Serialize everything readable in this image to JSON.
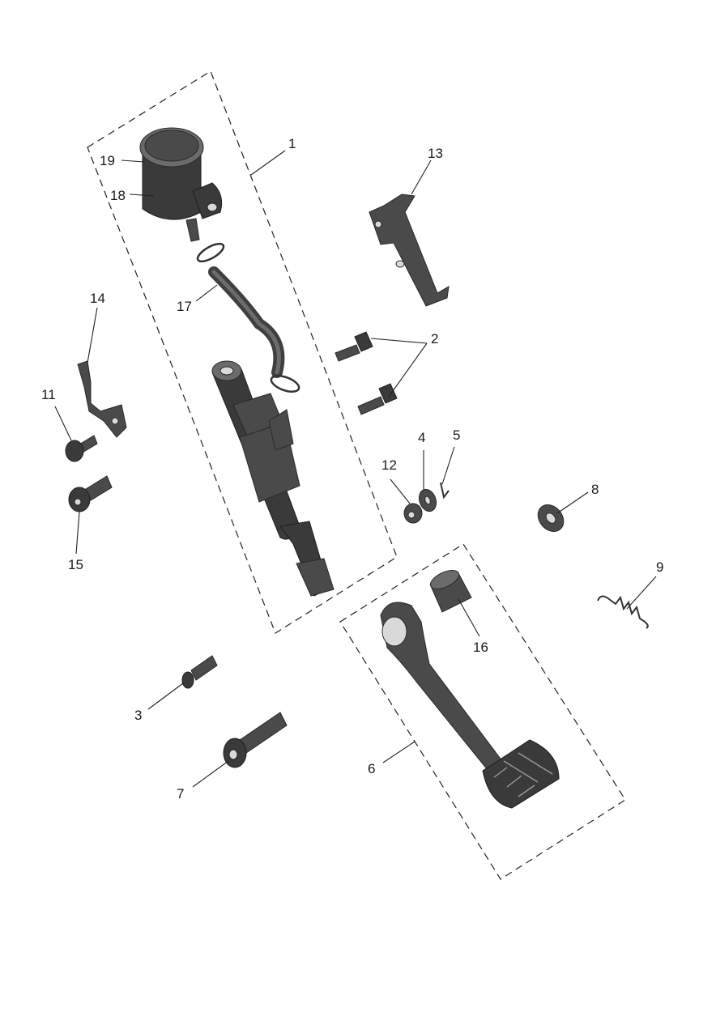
{
  "callouts": [
    {
      "id": "1",
      "text": "1"
    },
    {
      "id": "2",
      "text": "2"
    },
    {
      "id": "3",
      "text": "3"
    },
    {
      "id": "4",
      "text": "4"
    },
    {
      "id": "5",
      "text": "5"
    },
    {
      "id": "6",
      "text": "6"
    },
    {
      "id": "7",
      "text": "7"
    },
    {
      "id": "8",
      "text": "8"
    },
    {
      "id": "9",
      "text": "9"
    },
    {
      "id": "11",
      "text": "11"
    },
    {
      "id": "12",
      "text": "12"
    },
    {
      "id": "13",
      "text": "13"
    },
    {
      "id": "14",
      "text": "14"
    },
    {
      "id": "15",
      "text": "15"
    },
    {
      "id": "16",
      "text": "16"
    },
    {
      "id": "17",
      "text": "17"
    },
    {
      "id": "18",
      "text": "18"
    },
    {
      "id": "19",
      "text": "19"
    }
  ],
  "colors": {
    "part": "#4a4a4a",
    "outline": "#222222",
    "background": "#ffffff"
  }
}
